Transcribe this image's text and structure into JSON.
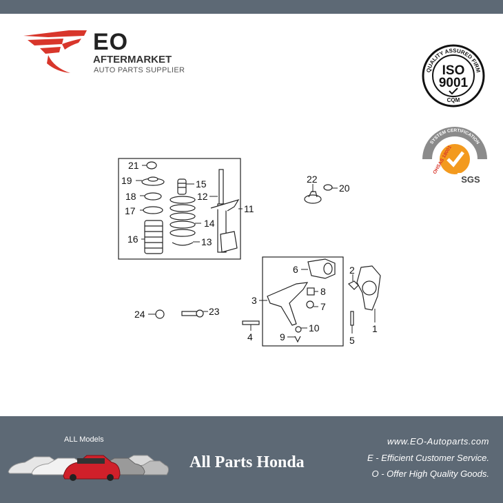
{
  "header": {
    "brand_name": "EO",
    "brand_subtitle": "AFTERMARKET",
    "brand_tagline": "AUTO PARTS SUPPLIER"
  },
  "certifications": {
    "iso_ring_text": "QUALITY ASSURED FIRM",
    "iso_main": "ISO",
    "iso_number": "9001",
    "iso_bottom": "CQM",
    "sgs_ring_text": "SYSTEM CERTIFICATION",
    "sgs_side": "OHSAS 18001",
    "sgs_mark": "SGS"
  },
  "diagram": {
    "callouts": [
      "1",
      "2",
      "3",
      "4",
      "5",
      "6",
      "7",
      "8",
      "9",
      "10",
      "11",
      "12",
      "13",
      "14",
      "15",
      "16",
      "17",
      "18",
      "19",
      "20",
      "21",
      "22",
      "23",
      "24"
    ]
  },
  "footer": {
    "models_label": "ALL Models",
    "title": "All Parts Honda",
    "website": "www.EO-Autoparts.com",
    "slogan_e": "E - Efficient Customer Service.",
    "slogan_o": "O - Offer High Quality Goods."
  },
  "colors": {
    "brand_red": "#d8362b",
    "bar_gray": "#5d6975",
    "sgs_orange": "#f39a1e"
  }
}
